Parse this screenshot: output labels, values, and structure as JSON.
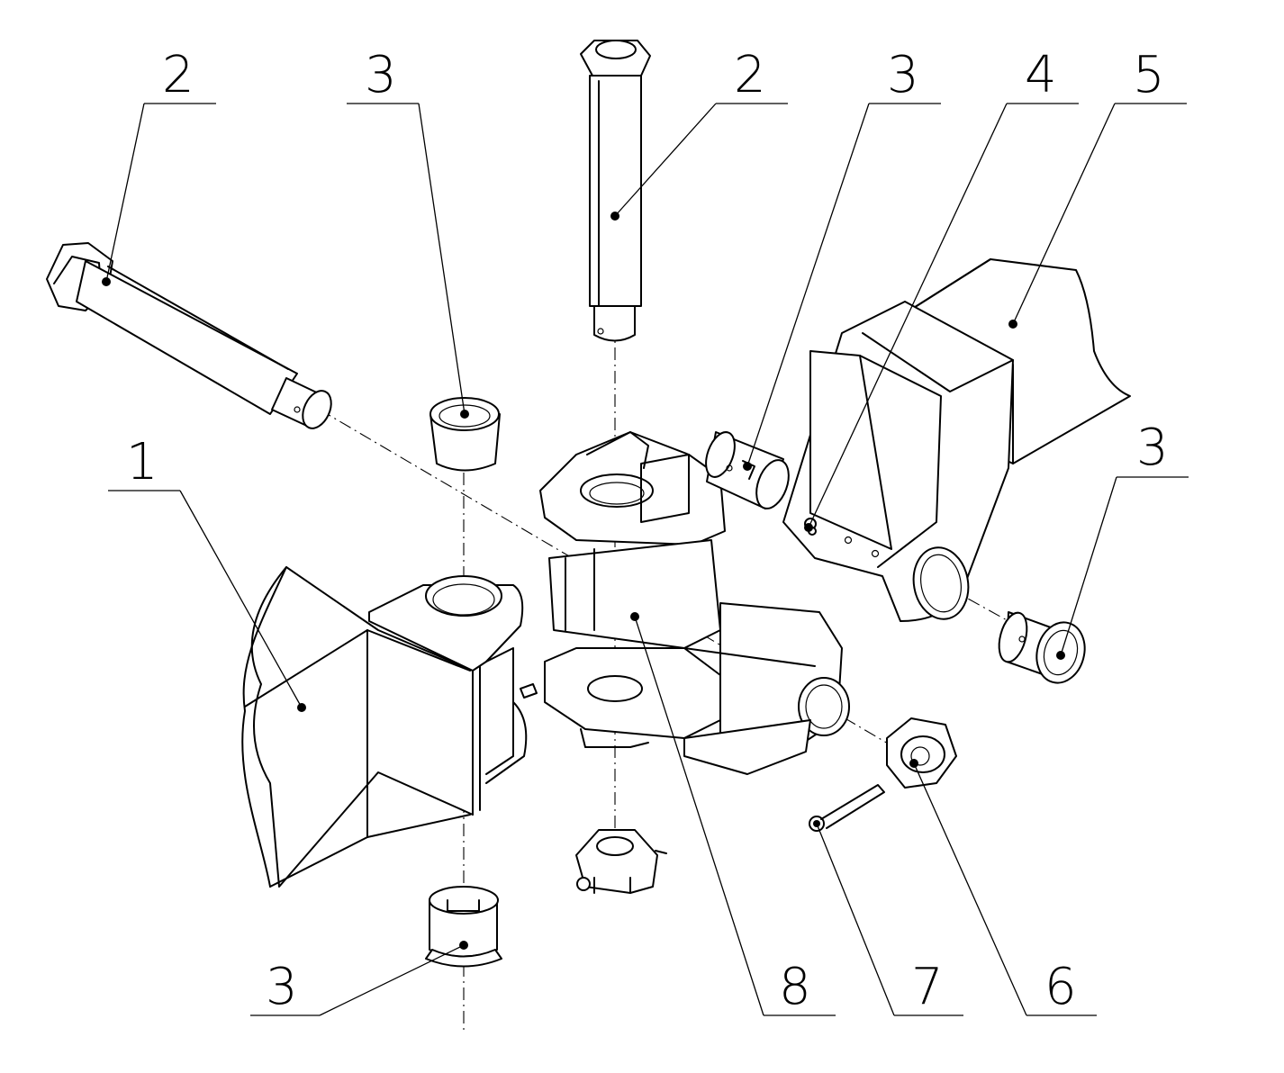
{
  "diagram": {
    "callouts": [
      {
        "id": "c1",
        "label": "1"
      },
      {
        "id": "c2a",
        "label": "2"
      },
      {
        "id": "c3a",
        "label": "3"
      },
      {
        "id": "c2b",
        "label": "2"
      },
      {
        "id": "c3b",
        "label": "3"
      },
      {
        "id": "c4",
        "label": "4"
      },
      {
        "id": "c5",
        "label": "5"
      },
      {
        "id": "c3c",
        "label": "3"
      },
      {
        "id": "c3d",
        "label": "3"
      },
      {
        "id": "c8",
        "label": "8"
      },
      {
        "id": "c7",
        "label": "7"
      },
      {
        "id": "c6",
        "label": "6"
      }
    ]
  }
}
